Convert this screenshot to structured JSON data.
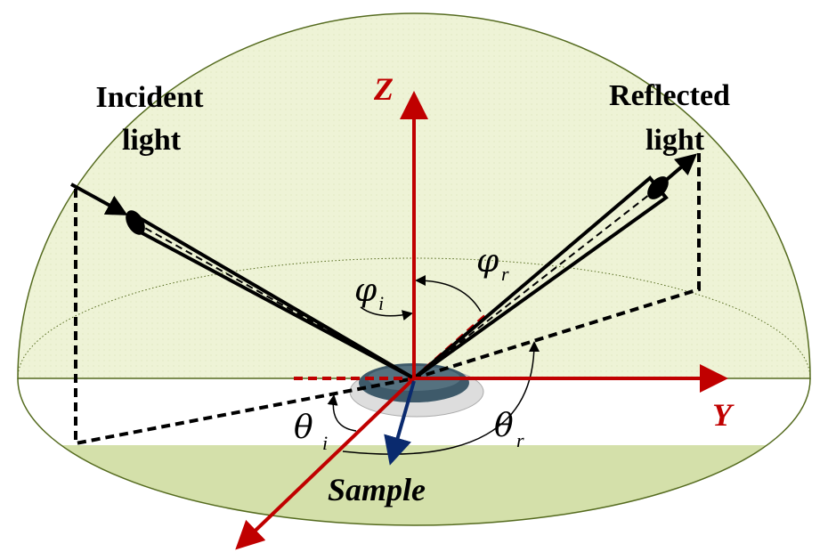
{
  "labels": {
    "incident_line1": "Incident",
    "incident_line2": "light",
    "reflected_line1": "Reflected",
    "reflected_line2": "light",
    "z_axis": "Z",
    "y_axis": "Y",
    "sample": "Sample",
    "phi": "φ",
    "theta": "θ",
    "sub_i": "i",
    "sub_r": "r"
  },
  "colors": {
    "dome": "#eef3d6",
    "ground": "#d4e0aa",
    "axis": "#c00000",
    "sample_axis": "#0a2a6e",
    "outline": "#556b1f"
  }
}
